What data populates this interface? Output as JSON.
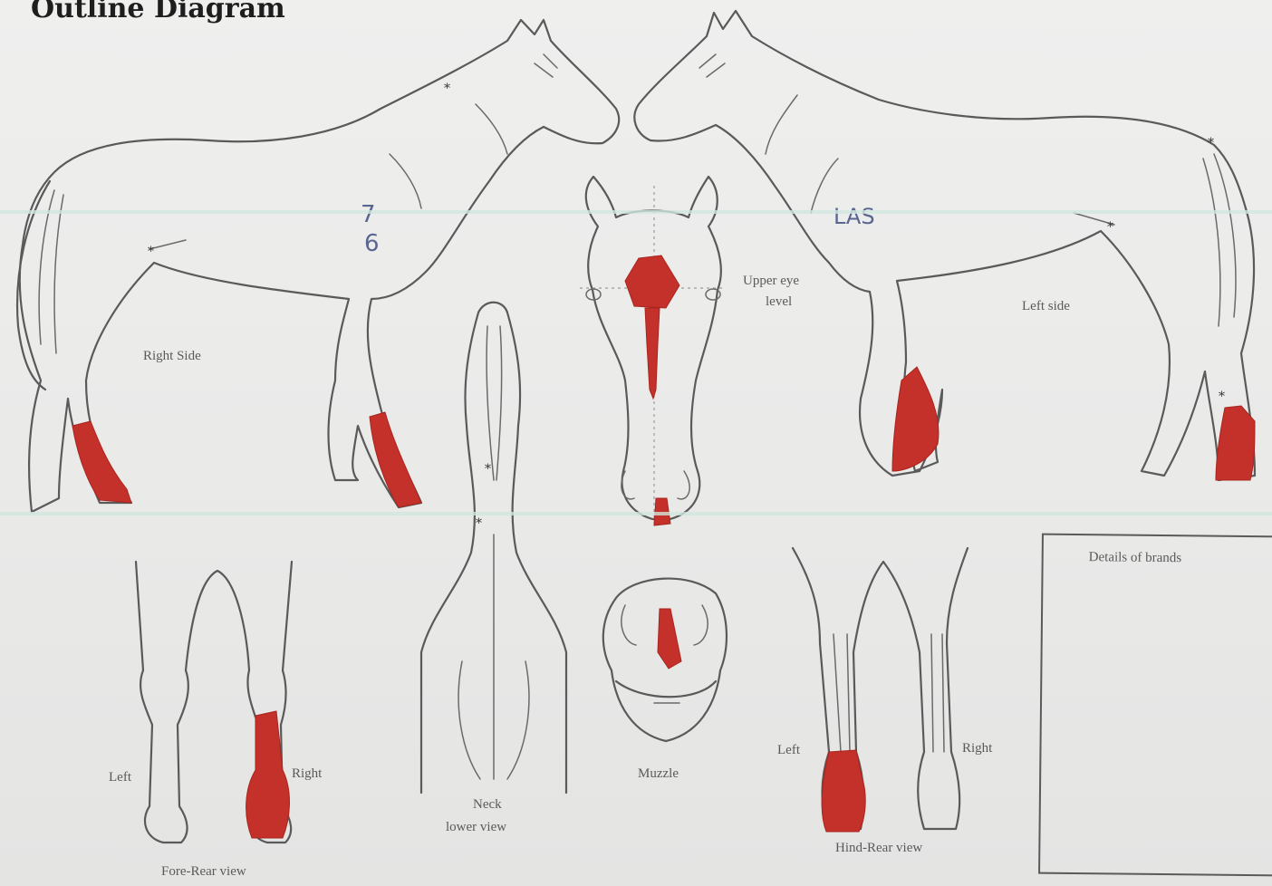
{
  "title": "Outline Diagram",
  "labels": {
    "right_side": "Right Side",
    "left_side": "Left side",
    "upper_eye_level_line1": "Upper eye",
    "upper_eye_level_line2": "level",
    "fore_left": "Left",
    "fore_right": "Right",
    "fore_rear_view": "Fore-Rear view",
    "neck_line1": "Neck",
    "neck_line2": "lower view",
    "muzzle": "Muzzle",
    "hind_left": "Left",
    "hind_right": "Right",
    "hind_rear_view": "Hind-Rear view",
    "details_of_brands": "Details of brands"
  },
  "handwritten": {
    "mark_76_top": "7",
    "mark_76_bottom": "6",
    "mark_las": "LAS"
  },
  "colors": {
    "marking_red": "#c4302a",
    "outline_gray": "#5a5a5a",
    "ink_blue": "#5b6690"
  }
}
